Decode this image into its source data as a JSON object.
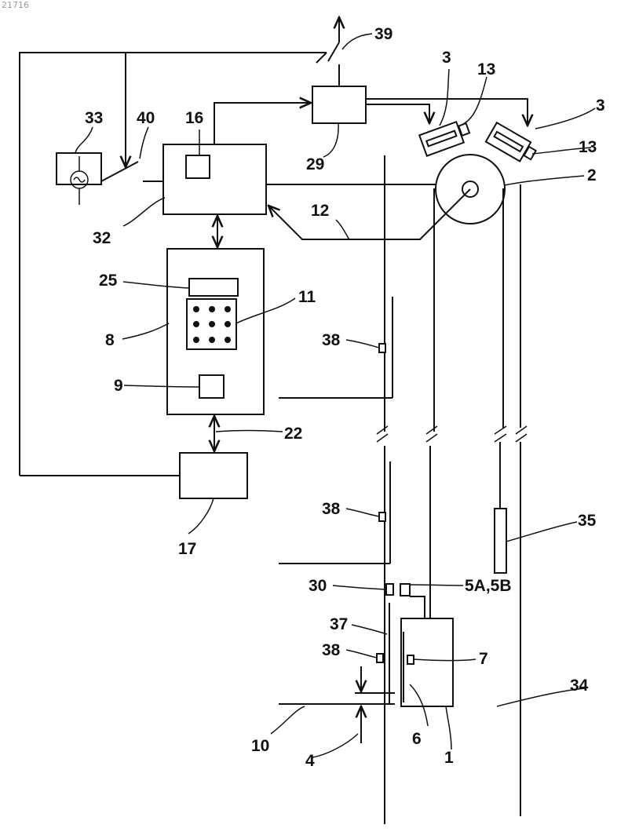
{
  "page_id": "21716",
  "labels": {
    "l39": "39",
    "l3a": "3",
    "l13a": "13",
    "l3b": "3",
    "l13b": "13",
    "l33": "33",
    "l40": "40",
    "l16": "16",
    "l2": "2",
    "l29": "29",
    "l32": "32",
    "l12": "12",
    "l25": "25",
    "l11": "11",
    "l8": "8",
    "l38a": "38",
    "l9": "9",
    "l22": "22",
    "l17": "17",
    "l38b": "38",
    "l35": "35",
    "l30": "30",
    "l5ab": "5A,5B",
    "l37": "37",
    "l38c": "38",
    "l7": "7",
    "l34": "34",
    "l10": "10",
    "l6": "6",
    "l1": "1",
    "l4": "4"
  }
}
